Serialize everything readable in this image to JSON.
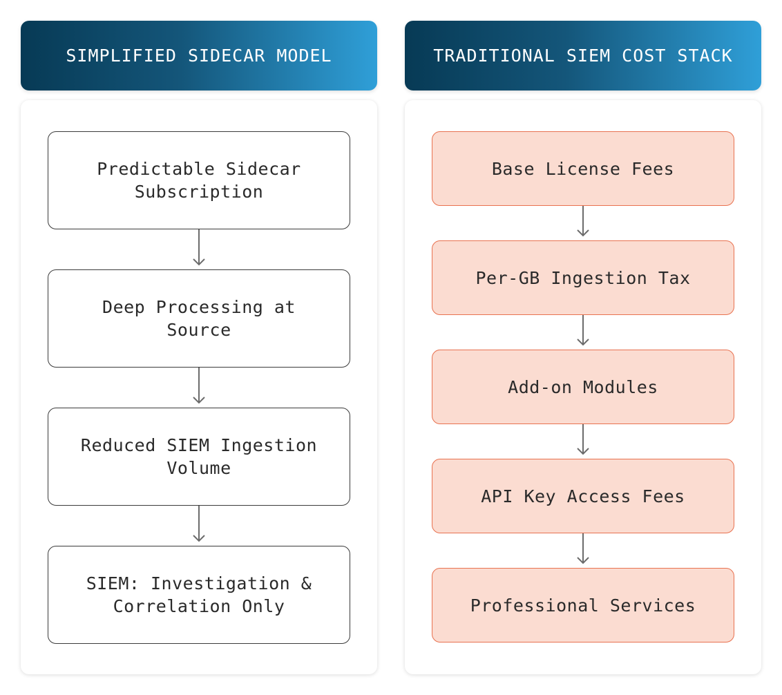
{
  "left_column": {
    "header": "SIMPLIFIED SIDECAR MODEL",
    "steps": [
      "Predictable Sidecar Subscription",
      "Deep Processing at Source",
      "Reduced SIEM Ingestion Volume",
      "SIEM: Investigation & Correlation Only"
    ]
  },
  "right_column": {
    "header": "TRADITIONAL SIEM COST STACK",
    "steps": [
      "Base License Fees",
      "Per-GB Ingestion Tax",
      "Add-on Modules",
      "API Key Access Fees",
      "Professional Services"
    ]
  },
  "colors": {
    "header_dark": "#073a55",
    "header_light": "#2f9fd8",
    "peach_fill": "#fbdcd1",
    "peach_border": "#e8714f",
    "arrow": "#6b6b6b"
  }
}
